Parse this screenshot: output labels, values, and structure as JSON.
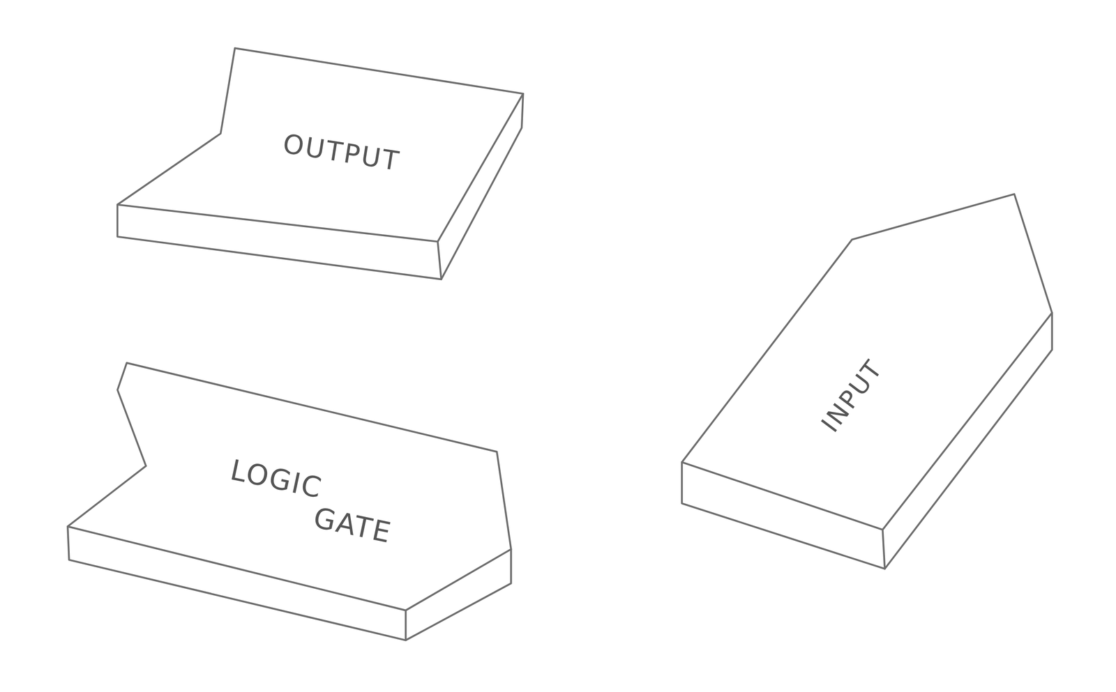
{
  "diagram": {
    "nodes": [
      {
        "text": [
          "OUTPUT"
        ]
      },
      {
        "text": [
          "LOGIC GATE"
        ]
      },
      {
        "text": [
          "INPUT"
        ]
      }
    ]
  }
}
